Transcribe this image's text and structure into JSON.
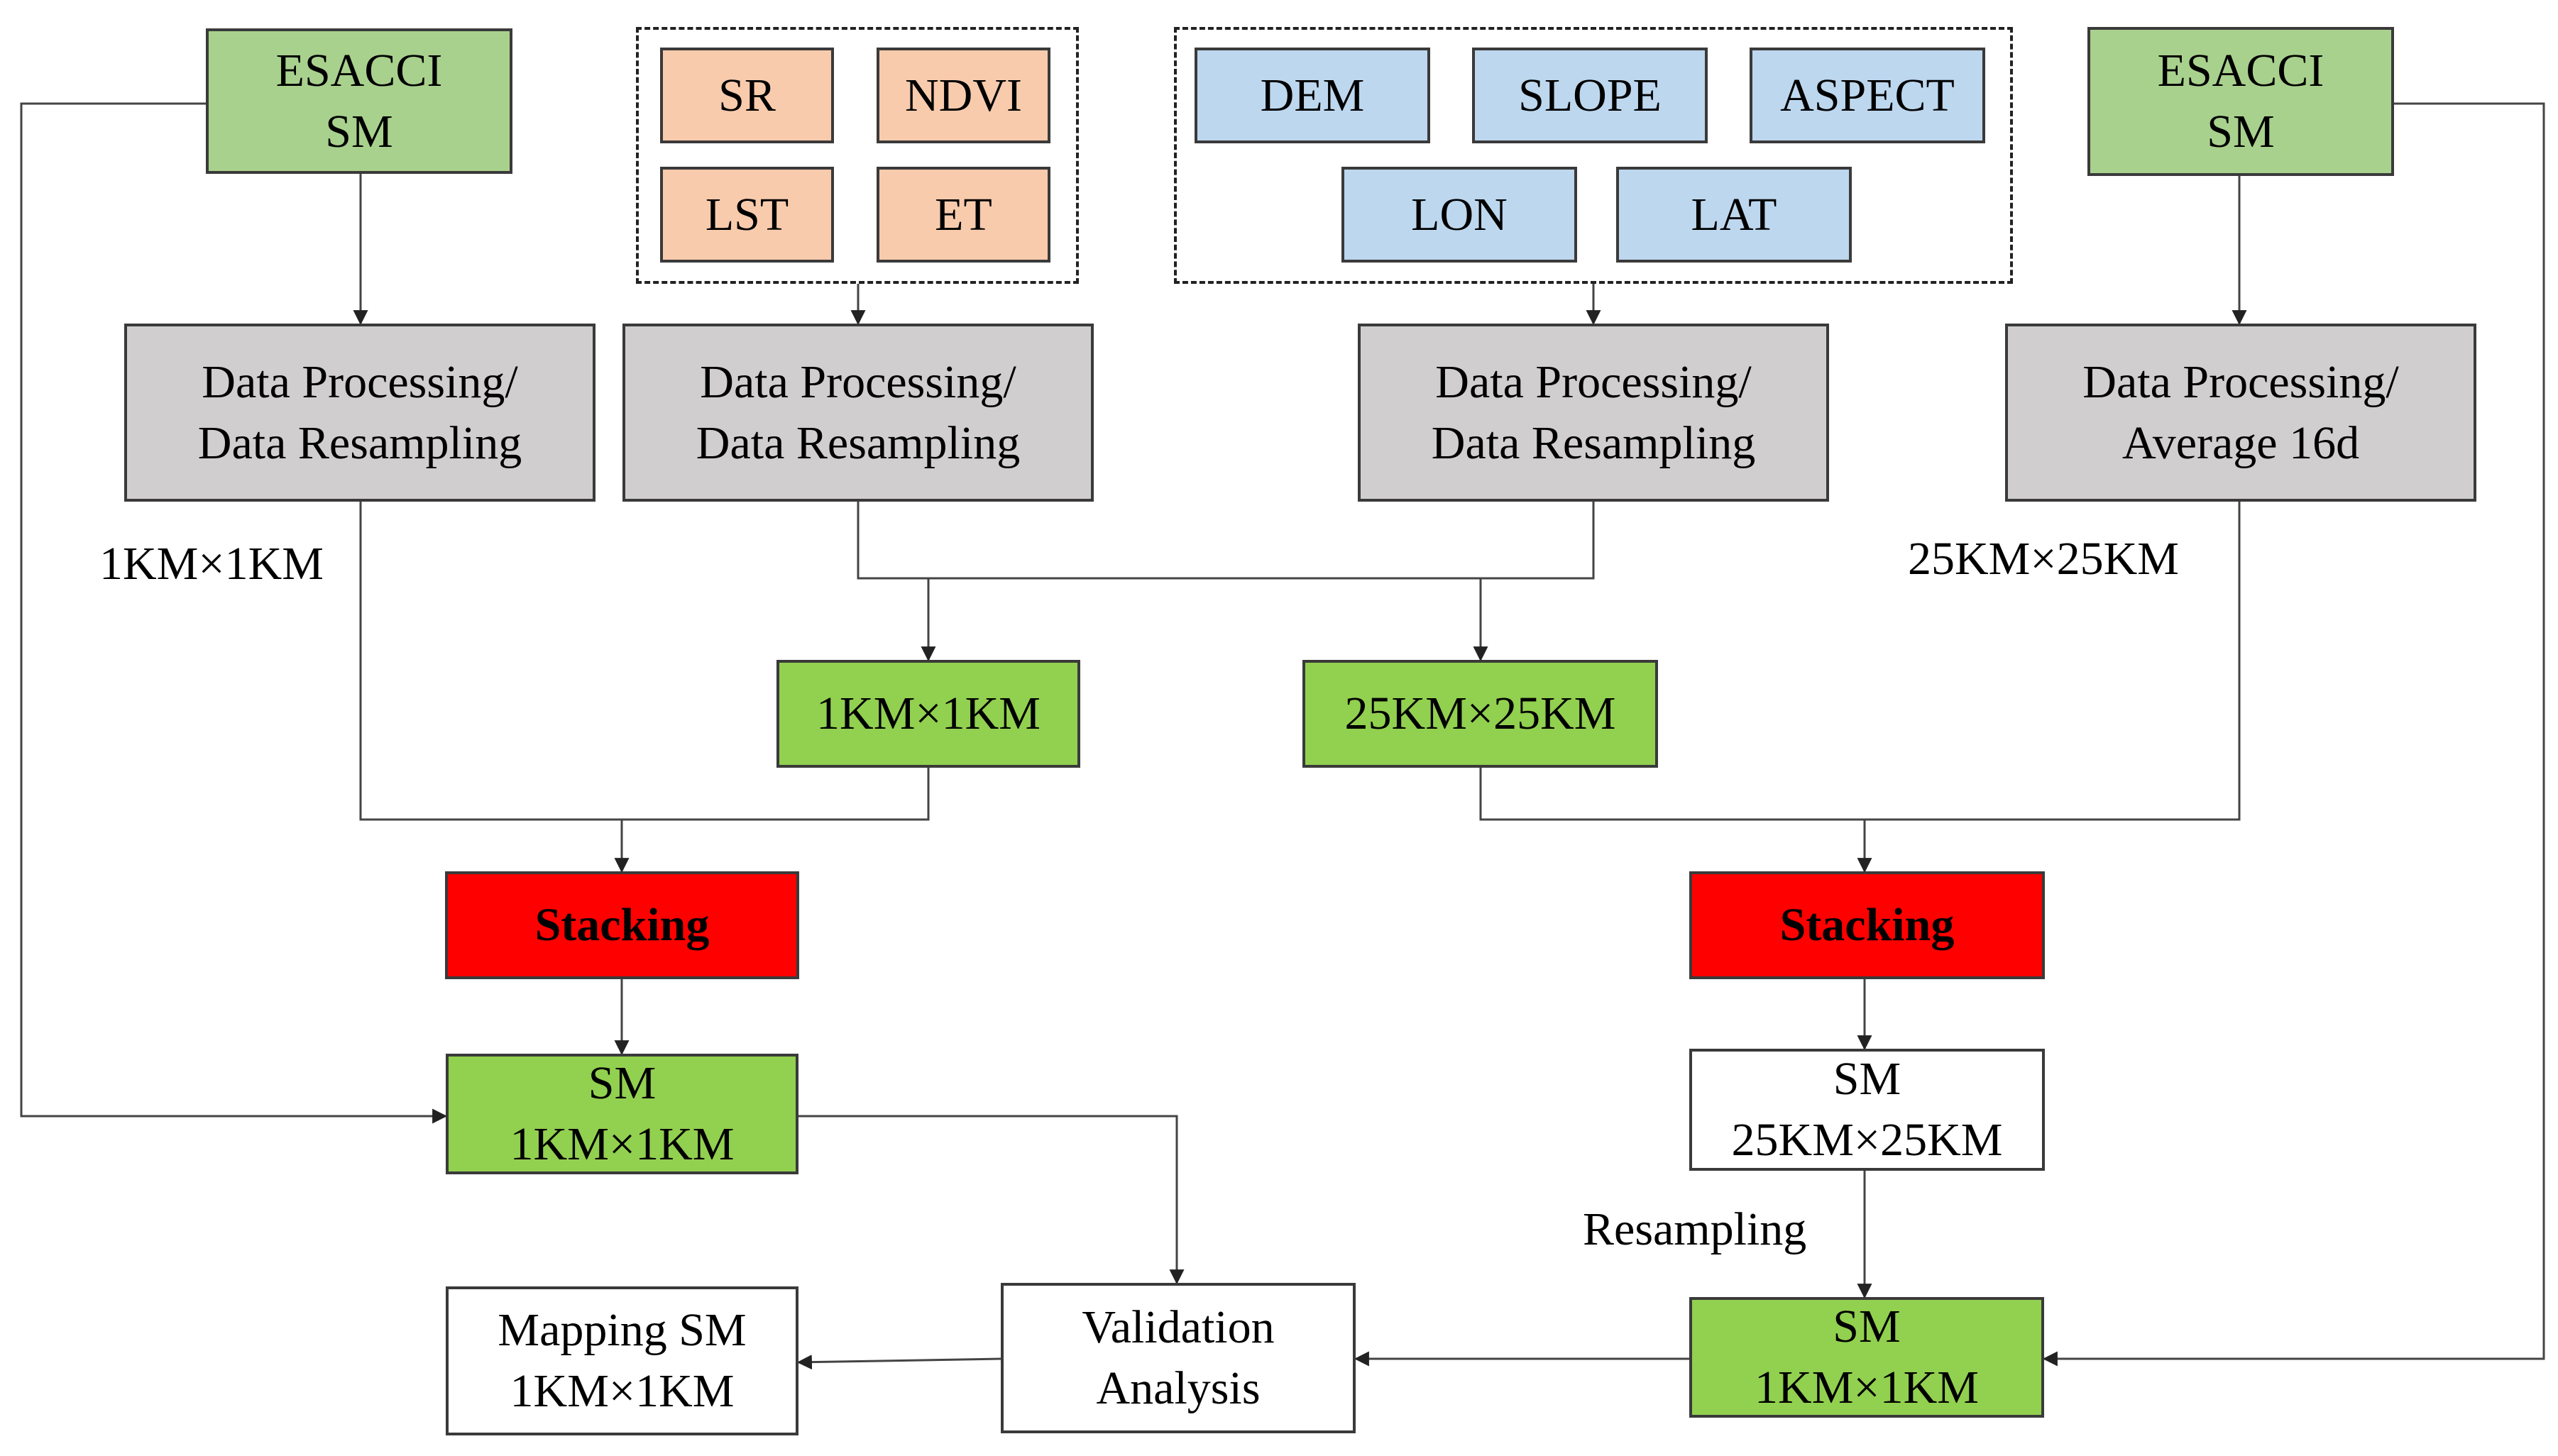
{
  "nodes": {
    "esacci_left": {
      "line1": "ESACCI",
      "line2": "SM"
    },
    "esacci_right": {
      "line1": "ESACCI",
      "line2": "SM"
    },
    "sr": "SR",
    "ndvi": "NDVI",
    "lst": "LST",
    "et": "ET",
    "dem": "DEM",
    "slope": "SLOPE",
    "aspect": "ASPECT",
    "lon": "LON",
    "lat": "LAT",
    "proc1": {
      "line1": "Data Processing/",
      "line2": "Data Resampling"
    },
    "proc2": {
      "line1": "Data Processing/",
      "line2": "Data Resampling"
    },
    "proc3": {
      "line1": "Data Processing/",
      "line2": "Data Resampling"
    },
    "proc4": {
      "line1": "Data Processing/",
      "line2": "Average 16d"
    },
    "res_1km": "1KM×1KM",
    "res_25km": "25KM×25KM",
    "stacking_left": "Stacking",
    "stacking_right": "Stacking",
    "sm_1km_left": {
      "line1": "SM",
      "line2": "1KM×1KM"
    },
    "sm_25km": {
      "line1": "SM",
      "line2": "25KM×25KM"
    },
    "sm_1km_right": {
      "line1": "SM",
      "line2": "1KM×1KM"
    },
    "validation": {
      "line1": "Validation",
      "line2": "Analysis"
    },
    "mapping": {
      "line1": "Mapping SM",
      "line2": "1KM×1KM"
    }
  },
  "labels": {
    "left_res": "1KM×1KM",
    "right_res": "25KM×25KM",
    "resampling": "Resampling"
  },
  "colors": {
    "esacci": "#a9d18e",
    "resolution": "#92d050",
    "optical_inputs": "#f8cbad",
    "terrain_inputs": "#bdd7ee",
    "processing": "#d0cece",
    "stacking": "#ff0000",
    "output": "#ffffff"
  }
}
